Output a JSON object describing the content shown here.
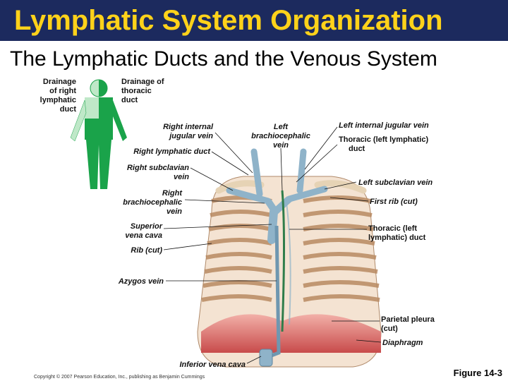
{
  "slide": {
    "title": "Lymphatic System Organization",
    "subtitle": "The Lymphatic Ducts and the Venous System",
    "figure_ref": "Figure 14-3",
    "copyright": "Copyright © 2007 Pearson Education, Inc., publishing as Benjamin Cummings"
  },
  "colors": {
    "title_bar": "#1c2a5e",
    "title_text": "#ffd21a",
    "right_lymphatic_region": "#bfe8c8",
    "thoracic_region": "#1aa34a",
    "vein": "#8fb3c9",
    "rib": "#e8c9a8",
    "diaphragm": "#d66a6a"
  },
  "inset": {
    "left_label": [
      "Drainage",
      "of right",
      "lymphatic",
      "duct"
    ],
    "right_label": [
      "Drainage of",
      "thoracic",
      "duct"
    ]
  },
  "labels": {
    "left": {
      "right_internal_jugular": [
        "Right internal",
        "jugular vein"
      ],
      "right_lymphatic_duct": [
        "Right lymphatic duct"
      ],
      "right_subclavian": [
        "Right subclavian",
        "vein"
      ],
      "right_brachiocephalic": [
        "Right",
        "brachiocephalic",
        "vein"
      ],
      "superior_vena_cava": [
        "Superior",
        "vena cava"
      ],
      "rib_cut": [
        "Rib (cut)"
      ],
      "azygos_vein": [
        "Azygos vein"
      ],
      "inferior_vena_cava": [
        "Inferior vena cava"
      ]
    },
    "center": {
      "left_brachiocephalic": [
        "Left",
        "brachiocephalic",
        "vein"
      ]
    },
    "right": {
      "left_internal_jugular": [
        "Left internal jugular vein"
      ],
      "thoracic_duct_top": [
        "Thoracic (left lymphatic)",
        "duct"
      ],
      "left_subclavian": [
        "Left subclavian vein"
      ],
      "first_rib": [
        "First rib (cut)"
      ],
      "thoracic_duct_mid": [
        "Thoracic (left",
        "lymphatic) duct"
      ],
      "parietal_pleura": [
        "Parietal pleura",
        "(cut)"
      ],
      "diaphragm": [
        "Diaphragm"
      ]
    }
  }
}
